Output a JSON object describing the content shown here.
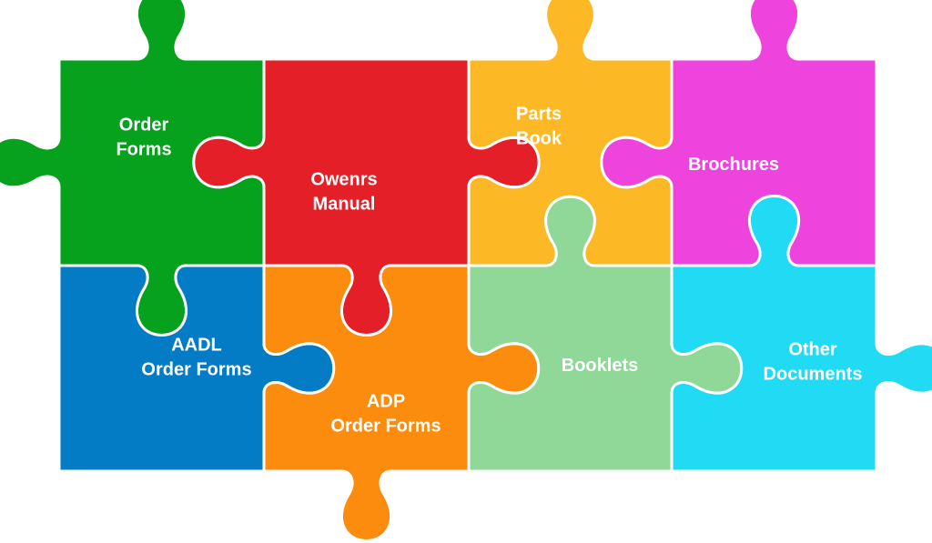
{
  "pieces": [
    {
      "id": "order-forms",
      "lines": [
        "Order",
        "Forms"
      ],
      "color": "#06a11d"
    },
    {
      "id": "owners-manual",
      "lines": [
        "Owenrs",
        "Manual"
      ],
      "color": "#e41f27"
    },
    {
      "id": "parts-book",
      "lines": [
        "Parts",
        "Book"
      ],
      "color": "#fdb925"
    },
    {
      "id": "brochures",
      "lines": [
        "Brochures"
      ],
      "color": "#ee44dd"
    },
    {
      "id": "aadl-order-forms",
      "lines": [
        "AADL",
        "Order Forms"
      ],
      "color": "#047bc5"
    },
    {
      "id": "adp-order-forms",
      "lines": [
        "ADP",
        "Order Forms"
      ],
      "color": "#fc8c0e"
    },
    {
      "id": "booklets",
      "lines": [
        "Booklets"
      ],
      "color": "#8fd897"
    },
    {
      "id": "other-documents",
      "lines": [
        "Other",
        "Documents"
      ],
      "color": "#21dbf5"
    }
  ]
}
